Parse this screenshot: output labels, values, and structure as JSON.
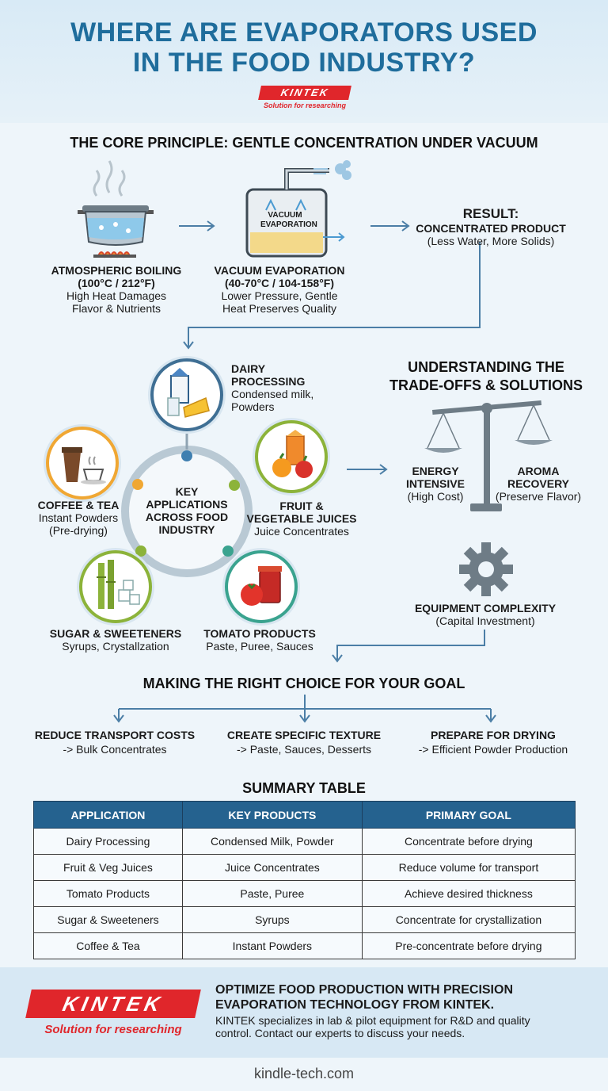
{
  "title_line1": "WHERE ARE EVAPORATORS USED",
  "title_line2": "IN THE FOOD INDUSTRY?",
  "brand": {
    "name": "KINTEK",
    "tagline": "Solution for researching"
  },
  "core": {
    "heading": "THE CORE PRINCIPLE: GENTLE CONCENTRATION UNDER VACUUM",
    "boiling": {
      "title": "ATMOSPHERIC BOILING",
      "temp": "(100°C / 212°F)",
      "line1": "High Heat Damages",
      "line2": "Flavor & Nutrients"
    },
    "vacuum": {
      "title": "VACUUM EVAPORATION",
      "temp": "(40-70°C / 104-158°F)",
      "line1": "Lower Pressure, Gentle",
      "line2": "Heat Preserves Quality",
      "vessel_label1": "VACUUM",
      "vessel_label2": "EVAPORATION"
    },
    "result": {
      "title": "RESULT:",
      "line1": "CONCENTRATED PRODUCT",
      "line2": "(Less Water, More Solids)"
    }
  },
  "applications": {
    "center_line1": "KEY",
    "center_line2": "APPLICATIONS",
    "center_line3": "ACROSS FOOD",
    "center_line4": "INDUSTRY",
    "dairy": {
      "t1": "DAIRY",
      "t2": "PROCESSING",
      "d1": "Condensed milk,",
      "d2": "Powders"
    },
    "coffee": {
      "t1": "COFFEE & TEA",
      "d1": "Instant Powders",
      "d2": "(Pre-drying)"
    },
    "fruit": {
      "t1": "FRUIT &",
      "t2": "VEGETABLE JUICES",
      "d1": "Juice Concentrates"
    },
    "sugar": {
      "t1": "SUGAR & SWEETENERS",
      "d1": "Syrups, Crystallzation"
    },
    "tomato": {
      "t1": "TOMATO PRODUCTS",
      "d1": "Paste, Puree, Sauces"
    }
  },
  "tradeoffs": {
    "heading1": "UNDERSTANDING THE",
    "heading2": "TRADE-OFFS & SOLUTIONS",
    "energy": {
      "t1": "ENERGY",
      "t2": "INTENSIVE",
      "d1": "(High Cost)"
    },
    "aroma": {
      "t1": "AROMA",
      "t2": "RECOVERY",
      "d1": "(Preserve Flavor)"
    },
    "equipment": {
      "t1": "EQUIPMENT COMPLEXITY",
      "d1": "(Capital Investment)"
    }
  },
  "choice": {
    "heading": "MAKING THE RIGHT CHOICE FOR YOUR GOAL",
    "options": [
      {
        "title": "REDUCE TRANSPORT COSTS",
        "desc": "-> Bulk Concentrates"
      },
      {
        "title": "CREATE SPECIFIC TEXTURE",
        "desc": "-> Paste, Sauces, Desserts"
      },
      {
        "title": "PREPARE FOR DRYING",
        "desc": "-> Efficient Powder Production"
      }
    ]
  },
  "table": {
    "heading": "SUMMARY TABLE",
    "headers": [
      "APPLICATION",
      "KEY PRODUCTS",
      "PRIMARY GOAL"
    ],
    "rows": [
      [
        "Dairy Processing",
        "Condensed Milk, Powder",
        "Concentrate before drying"
      ],
      [
        "Fruit & Veg Juices",
        "Juice Concentrates",
        "Reduce volume for transport"
      ],
      [
        "Tomato Products",
        "Paste, Puree",
        "Achieve desired thickness"
      ],
      [
        "Sugar & Sweeteners",
        "Syrups",
        "Concentrate for crystallization"
      ],
      [
        "Coffee & Tea",
        "Instant Powders",
        "Pre-concentrate before drying"
      ]
    ]
  },
  "footer": {
    "headline1": "OPTIMIZE FOOD PRODUCTION WITH PRECISION",
    "headline2": "EVAPORATION TECHNOLOGY FROM KINTEK.",
    "body1": "KINTEK specializes in lab & pilot equipment for R&D and quality",
    "body2": "control. Contact our experts to discuss your needs.",
    "url": "kindle-tech.com"
  },
  "colors": {
    "title_blue": "#1f6d9c",
    "brand_red": "#e0262b",
    "table_header": "#25628f",
    "accent_green": "#8cb33a"
  }
}
